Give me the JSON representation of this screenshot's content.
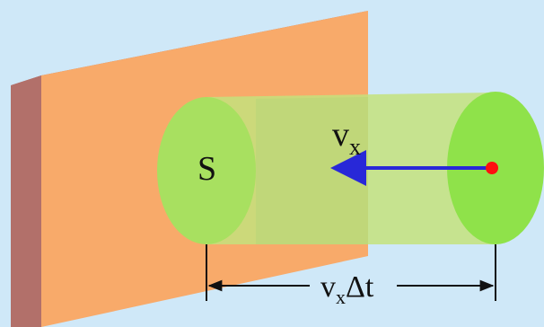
{
  "diagram": {
    "area_label": "S",
    "velocity_symbol": "v",
    "velocity_subscript": "x",
    "length_symbol": "v",
    "length_subscript": "x",
    "length_suffix": "Δt"
  },
  "colors": {
    "background": "#cfe8f8",
    "wall_face": "#f8aa6a",
    "wall_edge": "#b2706a",
    "cylinder_body": "#b8df70",
    "cylinder_end": "#8fe24a",
    "velocity_arrow": "#2828d8",
    "particle": "#ff1010"
  }
}
